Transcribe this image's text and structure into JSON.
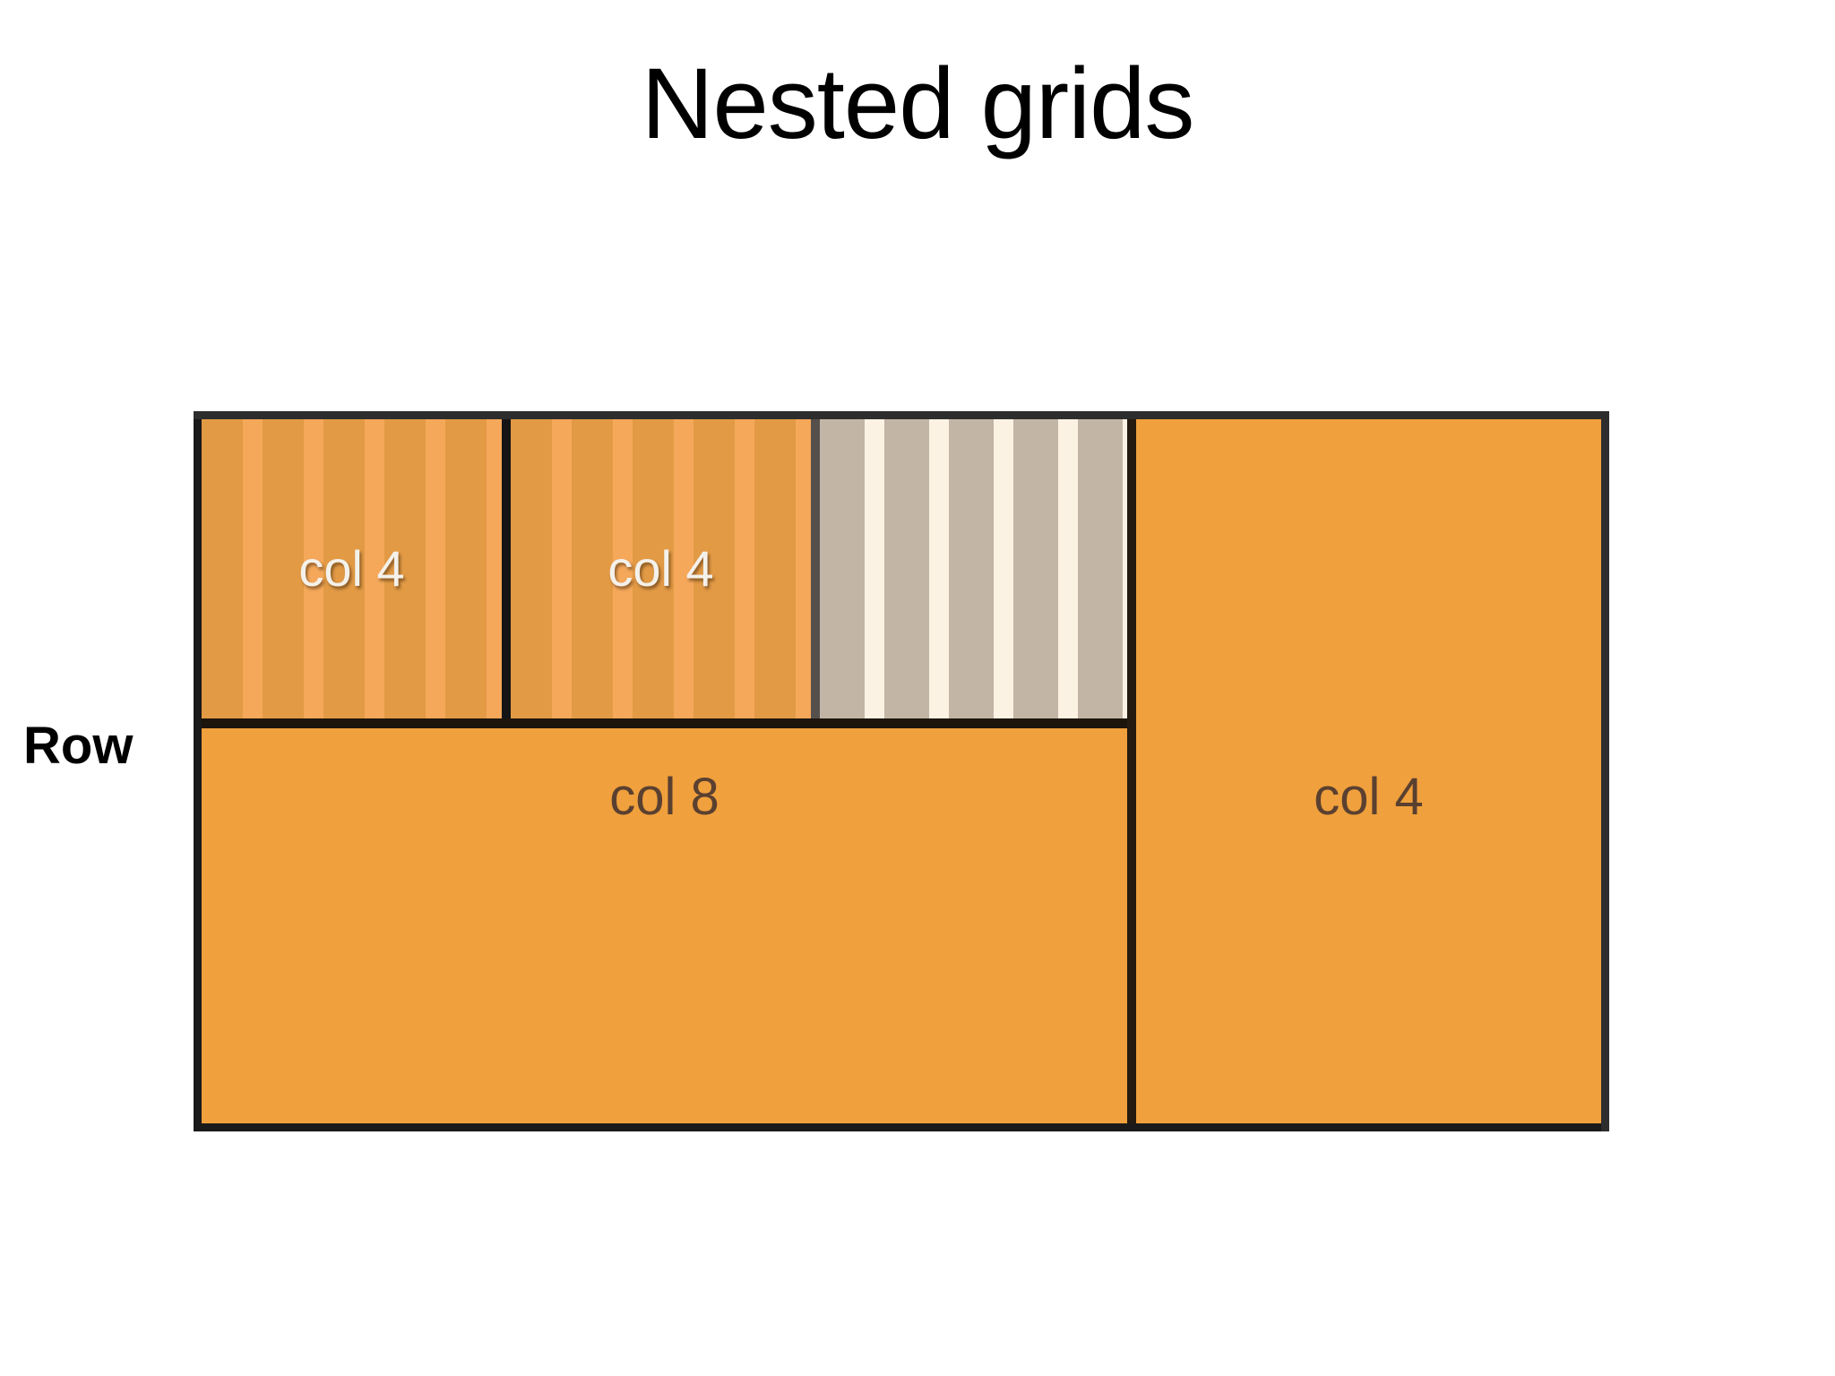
{
  "title": "Nested grids",
  "row_label": "Row",
  "colors": {
    "background": "#ffffff",
    "orange_solid": "#f0a03c",
    "orange_stripe_base": "#e29a45",
    "orange_stripe_light": "#f5a85a",
    "gray_stripe_base": "#c2b5a5",
    "gray_stripe_light": "#fcf2e3",
    "border_black": "#1a1a1a",
    "border_brown": "#241a10",
    "border_gray": "#55504c",
    "text_dark_brown": "#5a4030",
    "text_light": "#f4f1eb",
    "text_black": "#000000"
  },
  "outer_grid": {
    "nested_row": {
      "cells": [
        {
          "label": "col 4",
          "fill": "striped-orange",
          "has_label": true
        },
        {
          "label": "col 4",
          "fill": "striped-orange",
          "has_label": true
        },
        {
          "label": "",
          "fill": "striped-gray",
          "has_label": false
        }
      ]
    },
    "col8": {
      "label": "col 8",
      "fill": "solid-orange"
    },
    "right_col4": {
      "label": "col 4",
      "fill": "solid-orange"
    }
  }
}
